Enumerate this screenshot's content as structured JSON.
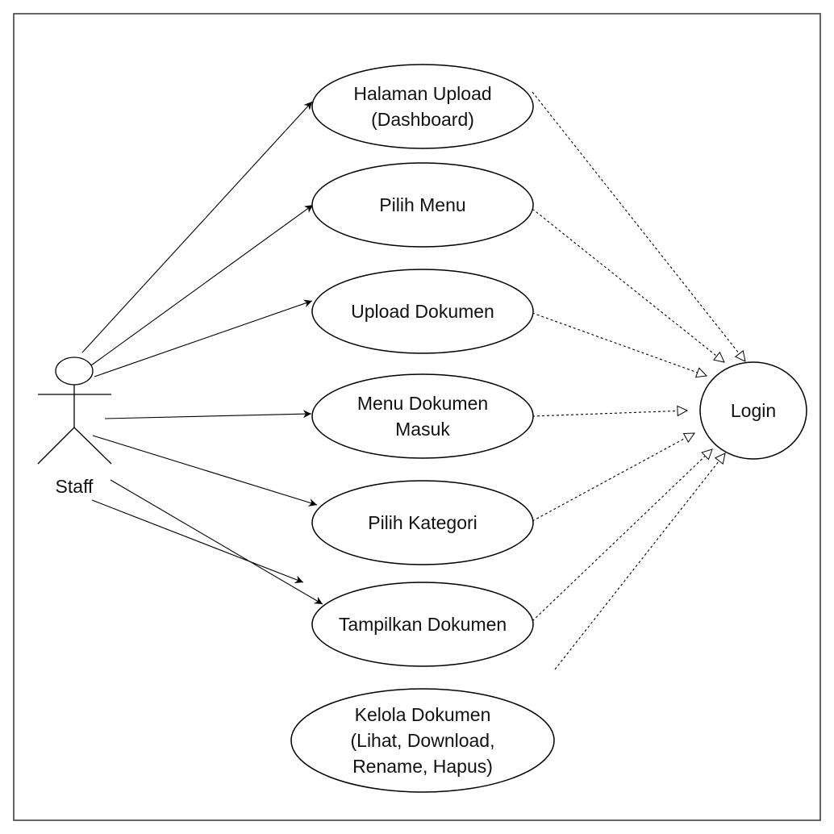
{
  "actor": {
    "name": "Staff"
  },
  "use_cases": [
    {
      "id": "halaman-upload",
      "lines": [
        "Halaman Upload",
        "(Dashboard)"
      ]
    },
    {
      "id": "pilih-menu",
      "lines": [
        "Pilih Menu"
      ]
    },
    {
      "id": "upload-dokumen",
      "lines": [
        "Upload Dokumen"
      ]
    },
    {
      "id": "menu-dokumen-masuk",
      "lines": [
        "Menu Dokumen",
        "Masuk"
      ]
    },
    {
      "id": "pilih-kategori",
      "lines": [
        "Pilih Kategori"
      ]
    },
    {
      "id": "tampilkan-dokumen",
      "lines": [
        "Tampilkan Dokumen"
      ]
    },
    {
      "id": "kelola-dokumen",
      "lines": [
        "Kelola Dokumen",
        "(Lihat, Download,",
        "Rename, Hapus)"
      ]
    }
  ],
  "login": {
    "id": "login",
    "lines": [
      "Login"
    ]
  }
}
